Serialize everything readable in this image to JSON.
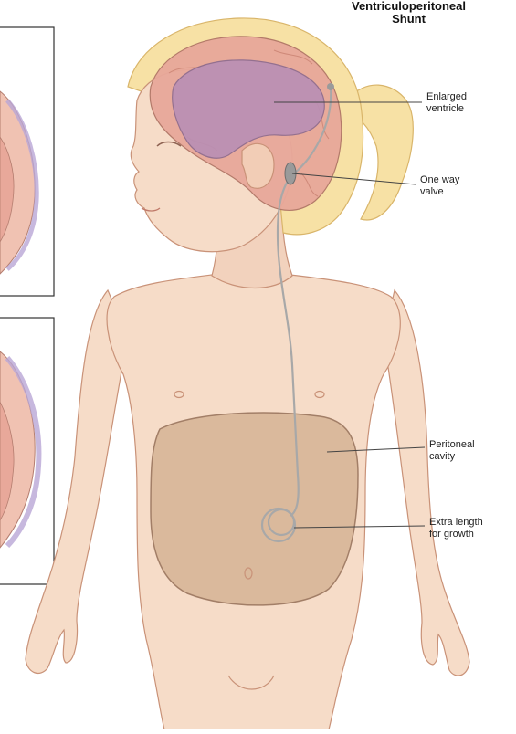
{
  "diagram": {
    "title_line1": "Ventriculoperitoneal",
    "title_line2": "Shunt",
    "labels": {
      "enlarged_ventricle": "Enlarged\nventricle",
      "one_way_valve": "One way\nvalve",
      "peritoneal_cavity": "Peritoneal\ncavity",
      "extra_length": "Extra length\nfor growth"
    }
  },
  "colors": {
    "skin": "#f6dcc8",
    "skin_shade": "#eab79c",
    "outline": "#c99278",
    "hair": "#f7e1a5",
    "brain": "#e8a89a",
    "ventricle": "#b98fb5",
    "peritoneum": "#d9b89a",
    "shunt": "#a8a8a8"
  }
}
